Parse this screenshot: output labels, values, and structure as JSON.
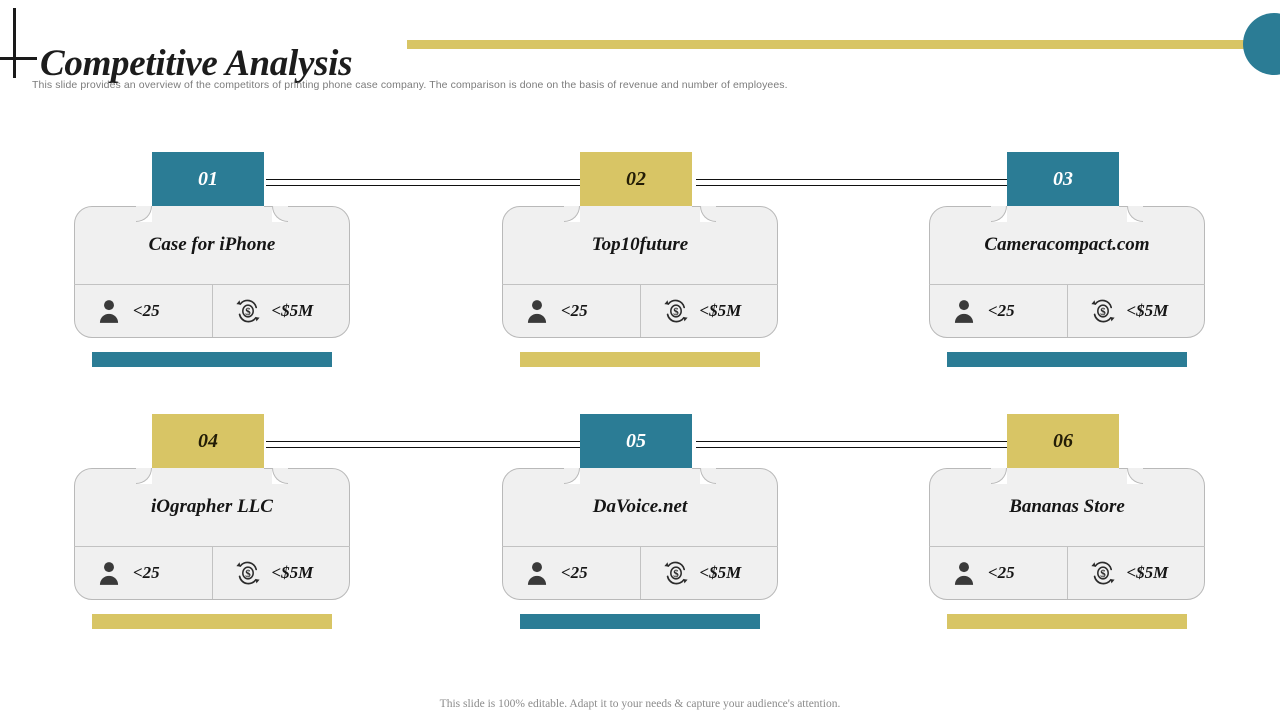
{
  "header": {
    "title": "Competitive Analysis",
    "subtitle": "This slide provides an overview of the competitors of printing phone case company. The comparison is done on the basis of revenue and number of employees.",
    "rule_color": "#d8c565",
    "dot_color": "#2b7c95"
  },
  "colors": {
    "teal": "#2b7c95",
    "gold": "#d8c565",
    "card_bg": "#f0f0f0",
    "card_border": "#b9b9b9",
    "text_dark": "#151515"
  },
  "stat_labels": {
    "employees_icon": "person-icon",
    "revenue_icon": "dollar-refresh-icon"
  },
  "cards": [
    {
      "number": "01",
      "name": "Case for iPhone",
      "employees": "<25",
      "revenue": "<$5M",
      "accent": "teal"
    },
    {
      "number": "02",
      "name": "Top10future",
      "employees": "<25",
      "revenue": "<$5M",
      "accent": "gold"
    },
    {
      "number": "03",
      "name": "Cameracompact.com",
      "employees": "<25",
      "revenue": "<$5M",
      "accent": "teal"
    },
    {
      "number": "04",
      "name": "iOgrapher LLC",
      "employees": "<25",
      "revenue": "<$5M",
      "accent": "gold"
    },
    {
      "number": "05",
      "name": "DaVoice.net",
      "employees": "<25",
      "revenue": "<$5M",
      "accent": "teal"
    },
    {
      "number": "06",
      "name": "Bananas Store",
      "employees": "<25",
      "revenue": "<$5M",
      "accent": "gold"
    }
  ],
  "footer": {
    "note": "This slide is 100% editable. Adapt it to your needs & capture your audience's attention."
  }
}
